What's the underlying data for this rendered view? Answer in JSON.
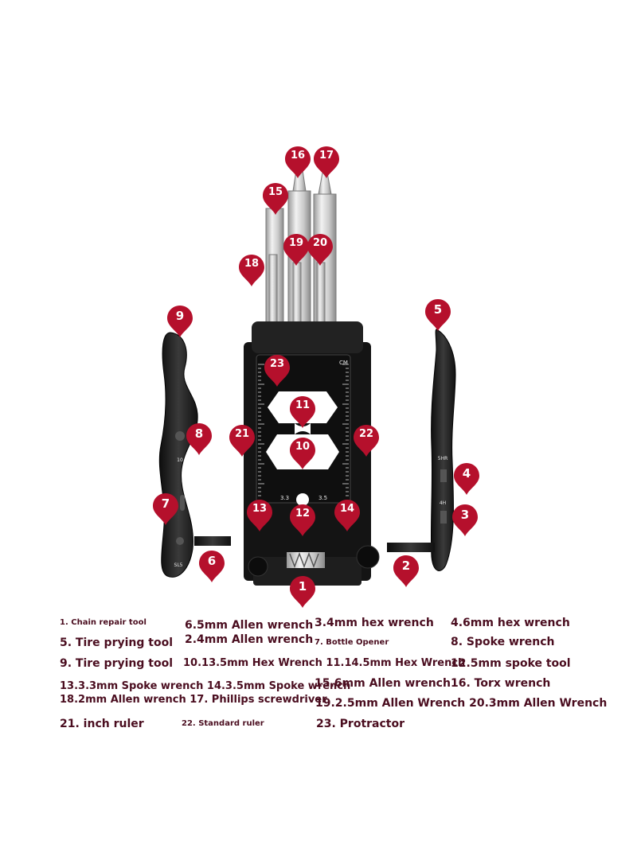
{
  "colors": {
    "pin": "#b5102c",
    "legend_text": "#4a0d1f",
    "tool_black": "#1b1b1b",
    "steel": "#d8d8d8"
  },
  "pins": [
    "1",
    "2",
    "3",
    "4",
    "5",
    "6",
    "7",
    "8",
    "9",
    "10",
    "11",
    "12",
    "13",
    "14",
    "15",
    "16",
    "17",
    "18",
    "19",
    "20",
    "21",
    "22",
    "23"
  ],
  "tool_markings": {
    "size_10": "10",
    "size_sl5": "SL5",
    "size_5hr": "5HR",
    "size_4h": "4H",
    "cm": "CM",
    "spoke_33": "3.3",
    "spoke_35": "3.5"
  },
  "legend": [
    "1. Chain repair tool",
    "6.5mm Allen wrench",
    "3.4mm hex wrench",
    "4.6mm hex wrench",
    "5. Tire prying tool",
    "2.4mm Allen wrench",
    "7. Bottle Opener",
    "8. Spoke wrench",
    "9. Tire prying tool",
    "10.13.5mm Hex Wrench 11.14.5mm Hex Wrench",
    "12.5mm spoke tool",
    "13.3.3mm Spoke wrench 14.3.5mm Spoke wrench",
    "15.6mm Allen wrench",
    "16. Torx wrench",
    "18.2mm Allen wrench 17. Phillips screwdriver",
    "19.2.5mm Allen Wrench 20.3mm Allen Wrench",
    "21. inch ruler",
    "22. Standard ruler",
    "23. Protractor"
  ]
}
